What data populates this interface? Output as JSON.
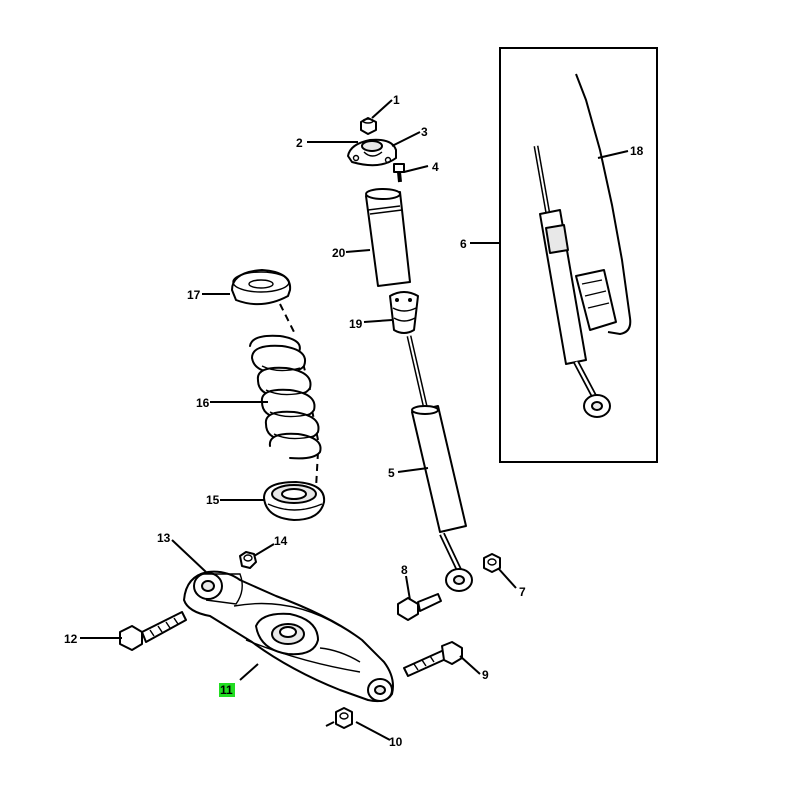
{
  "colors": {
    "line": "#000000",
    "background": "#ffffff",
    "highlight": "#22dd22"
  },
  "callouts": {
    "c1": "1",
    "c2": "2",
    "c3": "3",
    "c4": "4",
    "c5": "5",
    "c6": "6",
    "c7": "7",
    "c8": "8",
    "c9": "9",
    "c10": "10",
    "c11": "11",
    "c12": "12",
    "c13": "13",
    "c14": "14",
    "c15": "15",
    "c16": "16",
    "c17": "17",
    "c18": "18",
    "c19": "19",
    "c20": "20"
  },
  "highlighted_callout": "11"
}
